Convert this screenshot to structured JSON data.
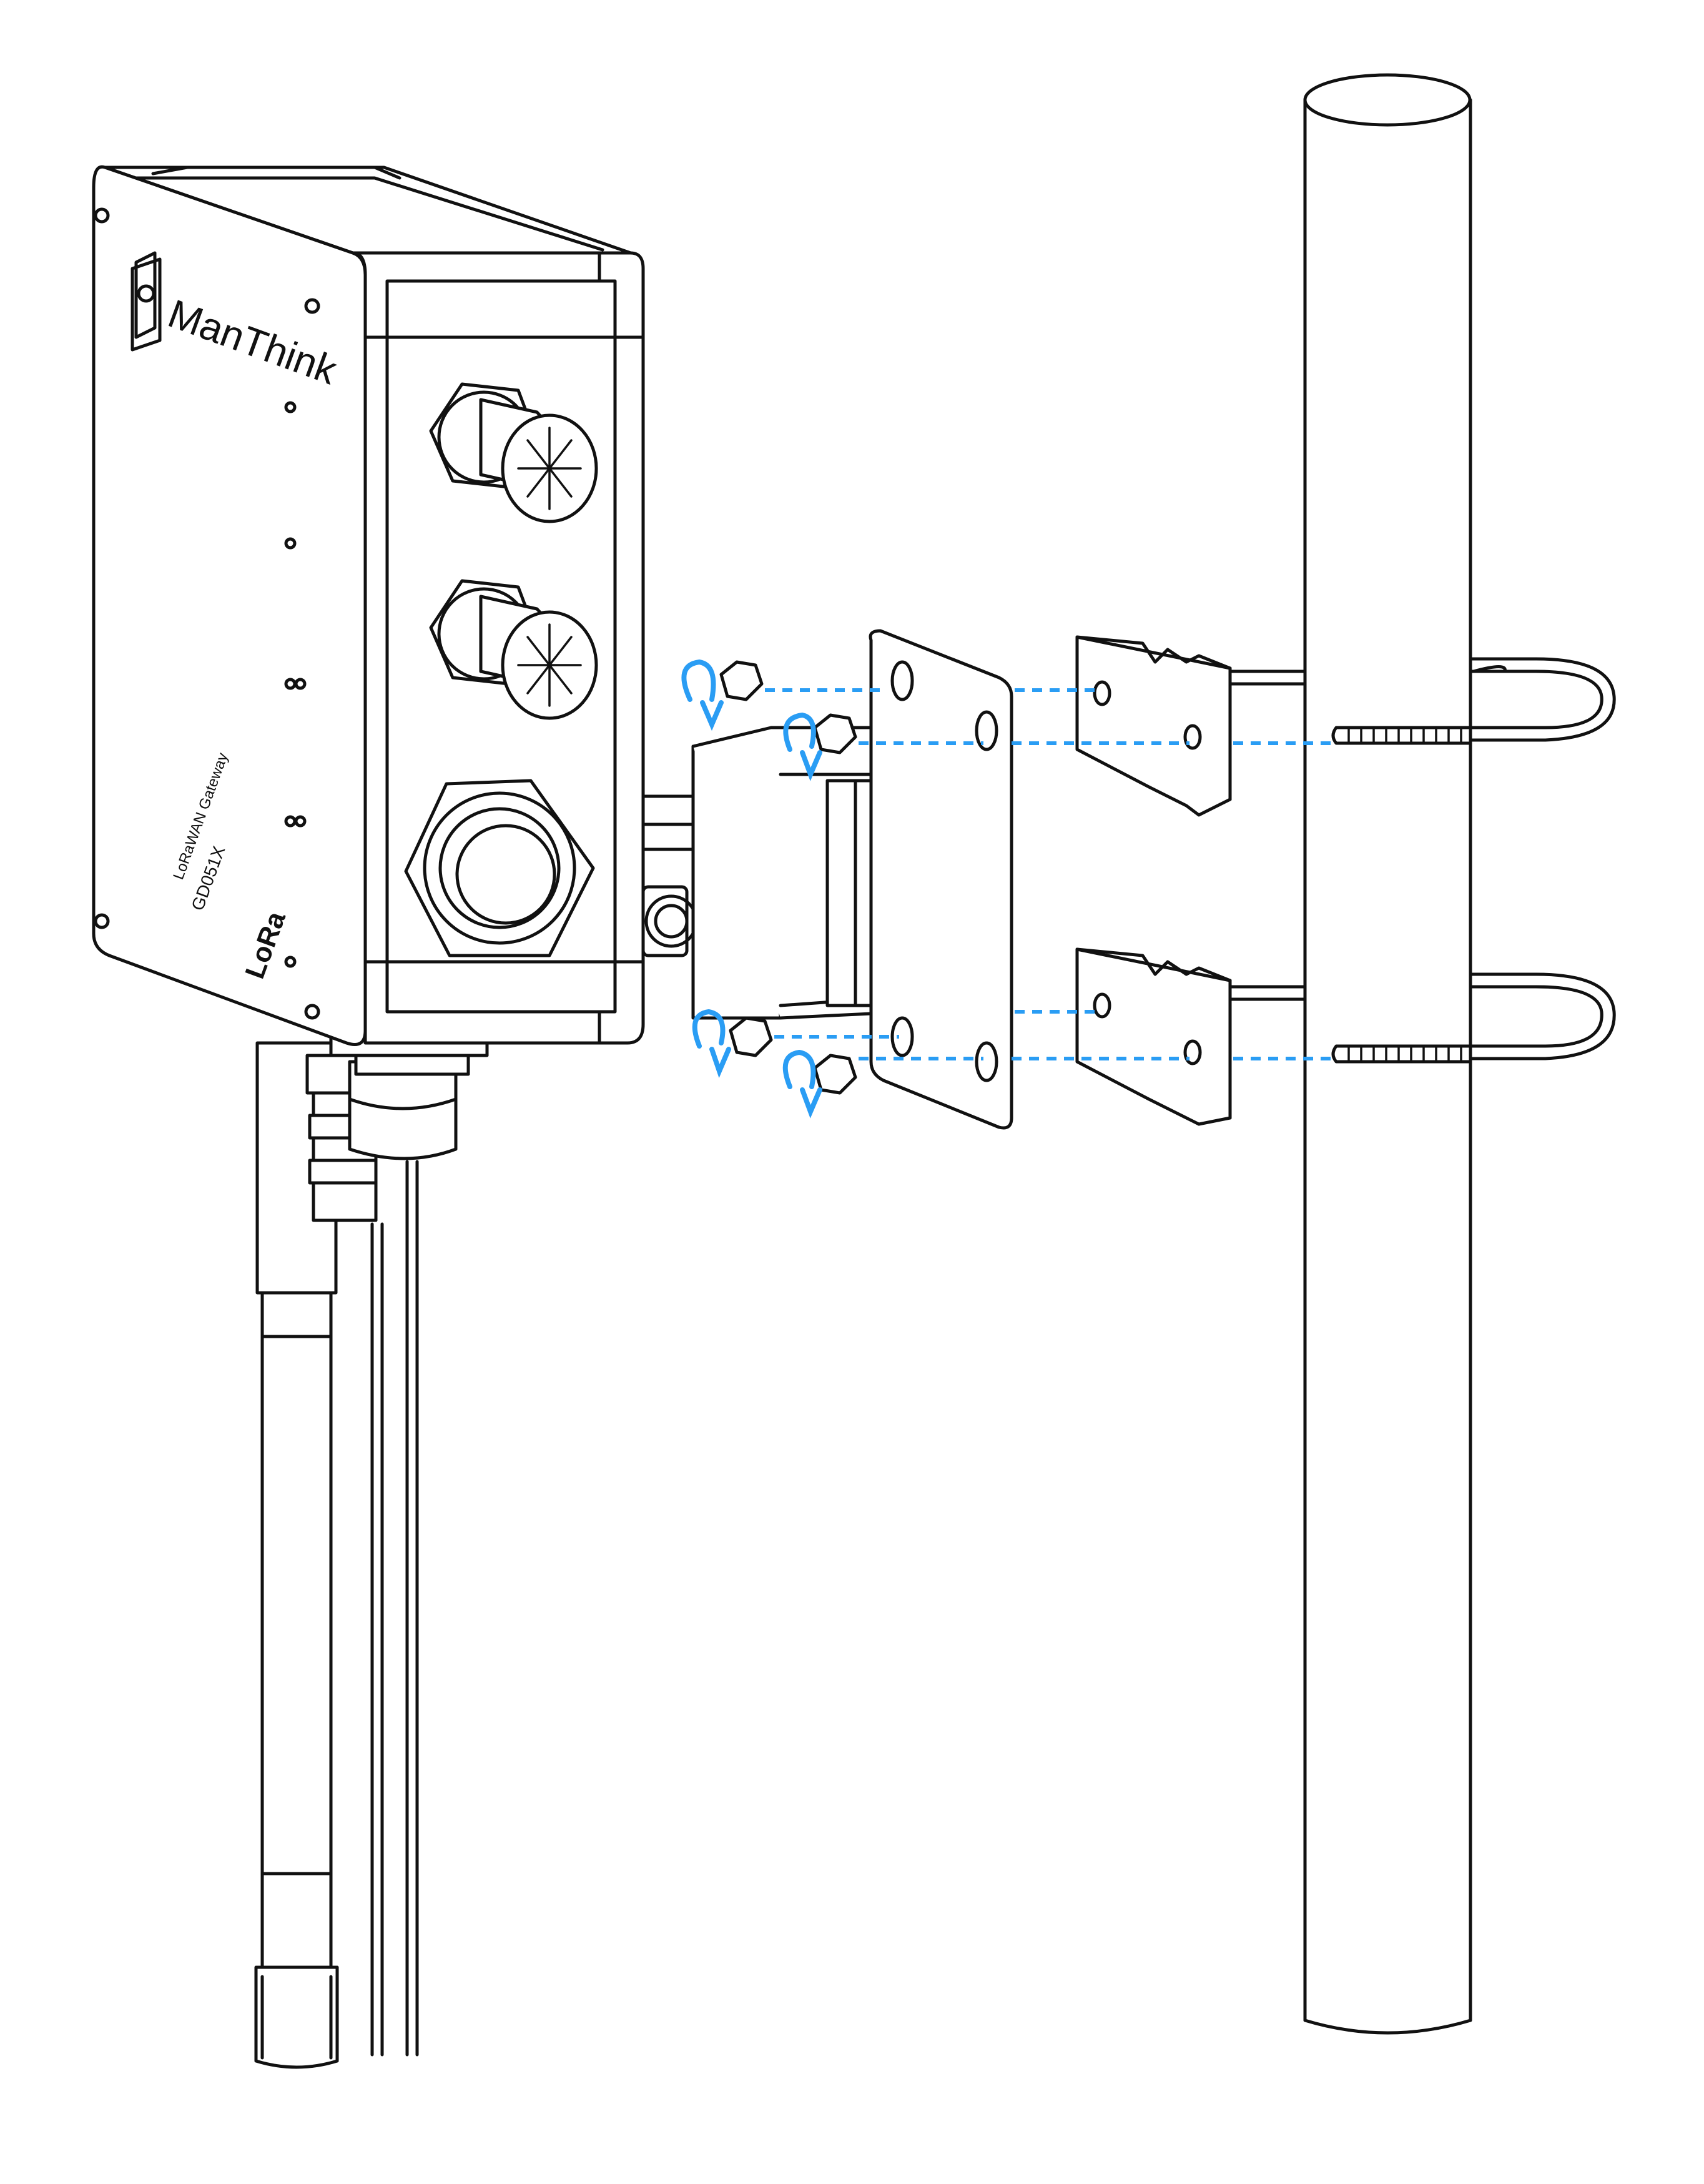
{
  "device": {
    "brand": "ManThink",
    "product_line": "LoRaWAN Gateway",
    "model": "GD051X",
    "lora_mark": "LoRa"
  },
  "colors": {
    "line": "#111111",
    "guide": "#2a9df4",
    "background": "#ffffff"
  },
  "icons": [
    "manthink-logo-icon",
    "rotate-arrow-icon",
    "hex-nut-icon",
    "u-bolt-icon"
  ]
}
